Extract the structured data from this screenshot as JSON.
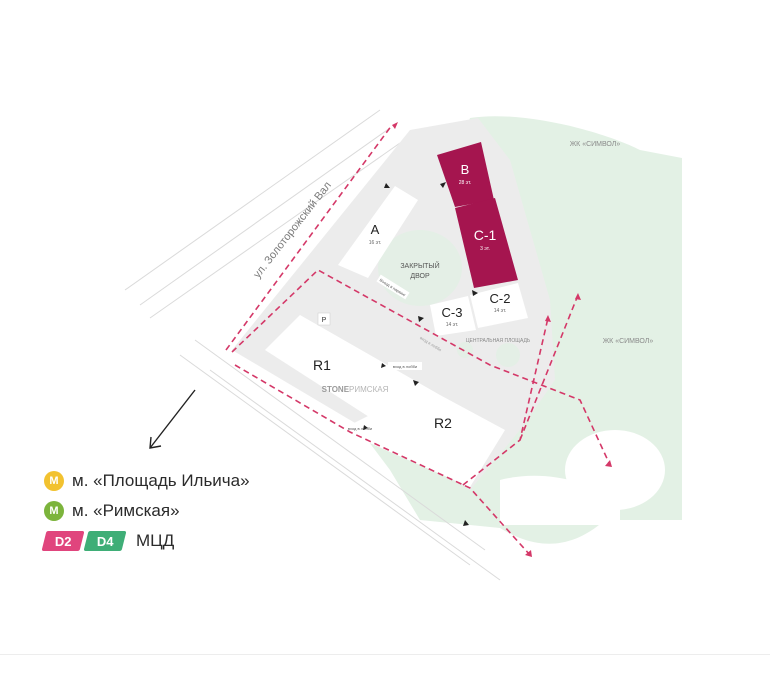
{
  "map": {
    "street": "ул. Золоторожский Вал",
    "neighbor_complex_top": "ЖК «СИМВОЛ»",
    "neighbor_complex_right": "ЖК «СИМВОЛ»",
    "courtyard": [
      "ЗАКРЫТЫЙ",
      "ДВОР"
    ],
    "central_square": "ЦЕНТРАЛЬНАЯ ПЛОЩАДЬ",
    "brand_stone": "STONE",
    "brand_name": "РИМСКАЯ",
    "parking_marker": "P",
    "entrance_labels": {
      "gate_top": "Въезд в паркинг",
      "entrance_mid": "вход в лобби",
      "entrance_r1": "вход в лобби",
      "entrance_r2": "вход в лобби"
    },
    "buildings": {
      "A": {
        "name": "A",
        "floors": "16 эт."
      },
      "B": {
        "name": "B",
        "floors": "28 эт."
      },
      "C1": {
        "name": "C-1",
        "floors": "3 эт."
      },
      "C2": {
        "name": "C-2",
        "floors": "14 эт."
      },
      "C3": {
        "name": "C-3",
        "floors": "14 эт."
      },
      "R1": {
        "name": "R1"
      },
      "R2": {
        "name": "R2"
      }
    },
    "colors": {
      "highlight": "#a5154f",
      "route": "#d43868",
      "green_zone": "#e3f1e5",
      "site": "#ececec",
      "building": "#ffffff"
    }
  },
  "legend": {
    "metro1": {
      "icon": "М",
      "label": "м. «Площадь Ильича»",
      "color": "#f2c230"
    },
    "metro2": {
      "icon": "М",
      "label": "м. «Римская»",
      "color": "#7cb43c"
    },
    "mcd": {
      "d2": "D2",
      "d4": "D4",
      "label": "МЦД",
      "d2_color": "#e0457d",
      "d4_color": "#3fae77"
    }
  }
}
